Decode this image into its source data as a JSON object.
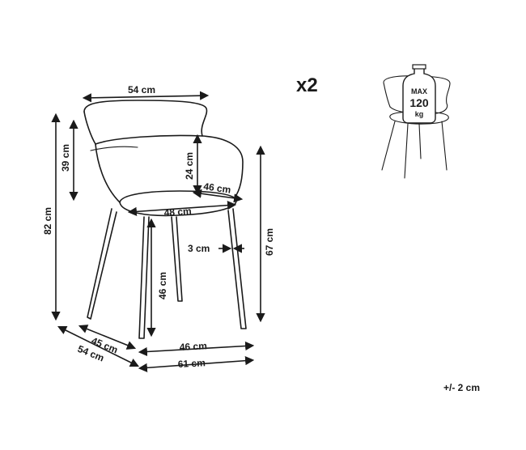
{
  "quantity": "x2",
  "tolerance": "+/- 2 cm",
  "load_badge": {
    "line1": "MAX",
    "line2": "120",
    "line3": "kg"
  },
  "dimensions": {
    "backrest_width": "54 cm",
    "backrest_height": "39 cm",
    "total_height": "82 cm",
    "armrest_height": "24 cm",
    "seat_depth_inner": "46 cm",
    "seat_width": "48 cm",
    "leg_thickness": "3 cm",
    "seat_to_floor": "46 cm",
    "arm_height_total": "67 cm",
    "depth_front": "45 cm",
    "depth_total": "54 cm",
    "width_front": "46 cm",
    "width_total": "61 cm"
  }
}
